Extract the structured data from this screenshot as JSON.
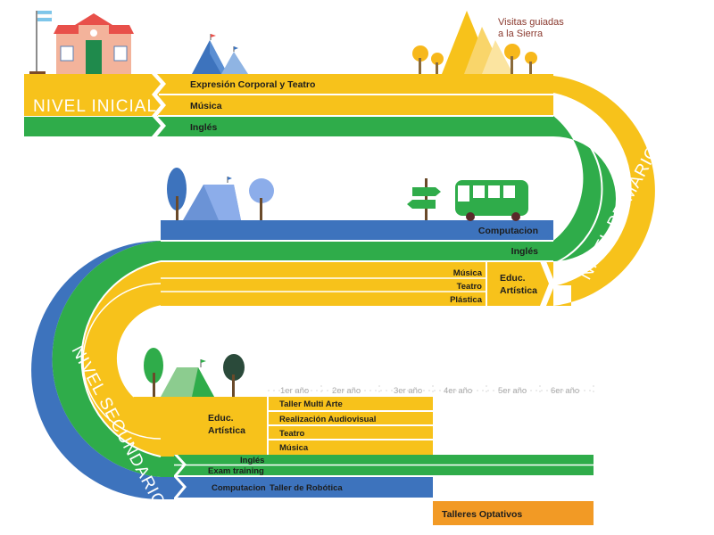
{
  "colors": {
    "yellow": "#f7c21b",
    "green": "#2fac4a",
    "blue": "#3d73bd",
    "orange": "#f29a25",
    "divider": "#ffffff",
    "text": "#1d1d1d",
    "visit_text": "#8b3a2f",
    "year_text": "#a8a8a8"
  },
  "header": {
    "visit_line1": "Visitas guiadas",
    "visit_line2": "a la Sierra"
  },
  "levels": {
    "inicial": "NIVEL INICIAL",
    "primario": "NIVEL PRIMARIO",
    "secundario": "NIVEL SECUNDARIO"
  },
  "inicial": {
    "expresion": "Expresión Corporal y Teatro",
    "musica": "Música",
    "ingles": "Inglés"
  },
  "primario": {
    "computacion": "Computacion",
    "ingles": "Inglés",
    "musica": "Música",
    "teatro": "Teatro",
    "plastica": "Plástica",
    "educ_line1": "Educ.",
    "educ_line2": "Artística"
  },
  "secundario": {
    "years": [
      "1er año",
      "2er año",
      "3er año",
      "4er año",
      "5er año",
      "6er año"
    ],
    "educ_line1": "Educ.",
    "educ_line2": "Artística",
    "taller_multi": "Taller Multi Arte",
    "audiovisual": "Realización Audiovisual",
    "teatro": "Teatro",
    "musica": "Música",
    "ingles": "Inglés",
    "exam": "Exam training",
    "computacion": "Computacion",
    "robotica": "Taller de Robótica",
    "talleres": "Talleres Optativos"
  },
  "icons": [
    "flag-icon",
    "school-icon",
    "tent-icon",
    "mountain-icon",
    "tree-icon",
    "signpost-icon",
    "bus-icon"
  ]
}
